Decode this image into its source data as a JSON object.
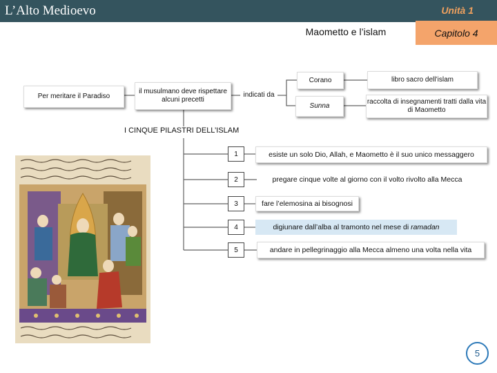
{
  "header": {
    "title": "L’Alto Medioevo",
    "unit": "Unità 1",
    "subtitle": "Maometto e l’islam",
    "chapter": "Capitolo 4"
  },
  "diagram": {
    "paradiso": "Per meritare il Paradiso",
    "musulmano": "il musulmano deve rispettare alcuni precetti",
    "indicati": "indicati da",
    "corano": "Corano",
    "sunna": "Sunna",
    "corano_desc": "libro sacro dell’islam",
    "sunna_desc": "raccolta di insegnamenti tratti dalla vita di Maometto"
  },
  "pillars": {
    "title": "I CINQUE PILASTRI DELL’ISLAM",
    "items": [
      {
        "num": "1",
        "text": "esiste un solo Dio, Allah, e Maometto è il suo unico messaggero"
      },
      {
        "num": "2",
        "text": "pregare cinque volte al giorno con il volto rivolto alla Mecca"
      },
      {
        "num": "3",
        "text": "fare l’elemosina ai bisognosi"
      },
      {
        "num": "4",
        "text": "digiunare dall’alba al tramonto nel mese di",
        "italic": "ramadan"
      },
      {
        "num": "5",
        "text": "andare in pellegrinaggio alla Mecca almeno una volta nella vita"
      }
    ]
  },
  "footer": {
    "page": "5"
  },
  "colors": {
    "header_bg": "#34545e",
    "unit_text": "#f0a15e",
    "chapter_bg": "#f4a46b",
    "connector": "#606060",
    "pillar4_bg": "#d7e8f4",
    "page_circle": "#2a78b8"
  }
}
